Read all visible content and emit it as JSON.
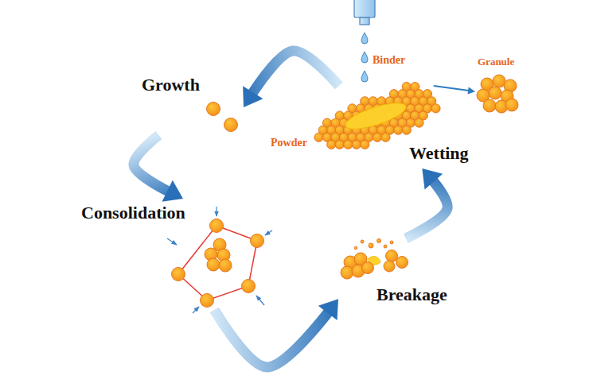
{
  "diagram": {
    "nodes": [
      {
        "text": [
          "Growth"
        ]
      },
      {
        "text": [
          "Granule"
        ]
      },
      {
        "text": [
          "Wetting"
        ]
      },
      {
        "text": [
          "Consolidation"
        ]
      },
      {
        "text": [
          "Breakage"
        ]
      }
    ],
    "edges": [
      {
        "from": 2,
        "to": 0,
        "arrow": "to"
      },
      {
        "from": 0,
        "to": 3,
        "arrow": "to"
      },
      {
        "from": 3,
        "to": 4,
        "arrow": "to"
      },
      {
        "from": 4,
        "to": 2,
        "arrow": "to"
      },
      {
        "from": 2,
        "to": 1,
        "arrow": "to"
      }
    ],
    "labels": [
      "Binder",
      "Powder"
    ]
  }
}
